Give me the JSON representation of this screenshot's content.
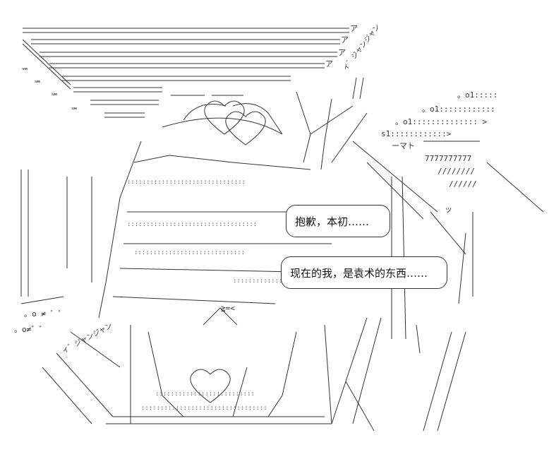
{
  "dialogue": [
    {
      "text": "抱歉，本初……"
    },
    {
      "text": "现在的我，是袁术的东西……"
    }
  ],
  "art_text": {
    "speed_left_1": "℠",
    "speed_left_2": "℠",
    "speed_left_3": "℠",
    "speed_left_4": "℠",
    "glyph_a": "ア",
    "glyph_b": "ア",
    "glyph_c": "ア",
    "glyph_d": "ア",
    "dots_right_1": "。o1:::::",
    "dots_right_2": "。o1::::::::::::",
    "dots_right_3": "。o1:::::::::::::: >",
    "dots_right_4": "s1::::::::::::>",
    "num_seven": "7777777777",
    "slashes_a": "////////",
    "slashes_b": "//////",
    "oo_left": "。o ≠ ゜゜",
    "oo_left_2": "。o≠゛゛",
    "diag_text_right": "ィ゛ジャンジャン",
    "diag_text_left": "ィ゛ジャンジャン",
    "tsu_label": "ッ",
    "ge_label": "≧=<",
    "mato_label": "ーマト"
  },
  "colors": {
    "line": "#333333",
    "background": "#ffffff"
  }
}
